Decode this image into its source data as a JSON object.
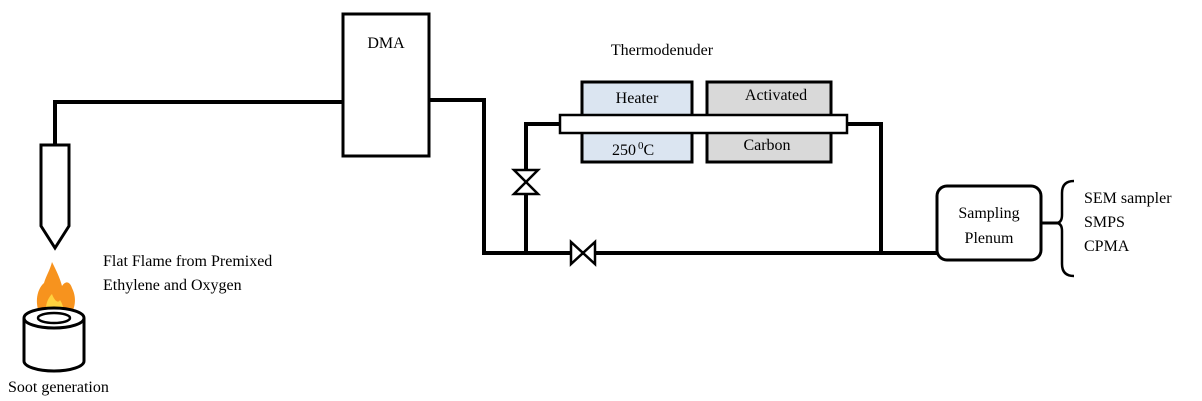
{
  "labels": {
    "dma": "DMA",
    "thermodenuder": "Thermodenuder",
    "heater": "Heater",
    "heater_temp_value": "250",
    "heater_temp_sup": "0",
    "heater_temp_unit": "C",
    "activated": "Activated",
    "carbon": "Carbon",
    "sampling_line1": "Sampling",
    "sampling_line2": "Plenum",
    "flame_line1": "Flat Flame from Premixed",
    "flame_line2": "Ethylene and Oxygen",
    "soot": "Soot generation",
    "instruments": [
      "SEM sampler",
      "SMPS",
      "CPMA"
    ]
  },
  "colors": {
    "heater_fill": "#dbe5f1",
    "carbon_fill": "#d9d9d9",
    "line": "#000000",
    "flame_outer": "#f7931e",
    "flame_inner": "#ffd23f"
  },
  "icons": [
    "flame-icon",
    "burner-icon",
    "valve-icon"
  ]
}
